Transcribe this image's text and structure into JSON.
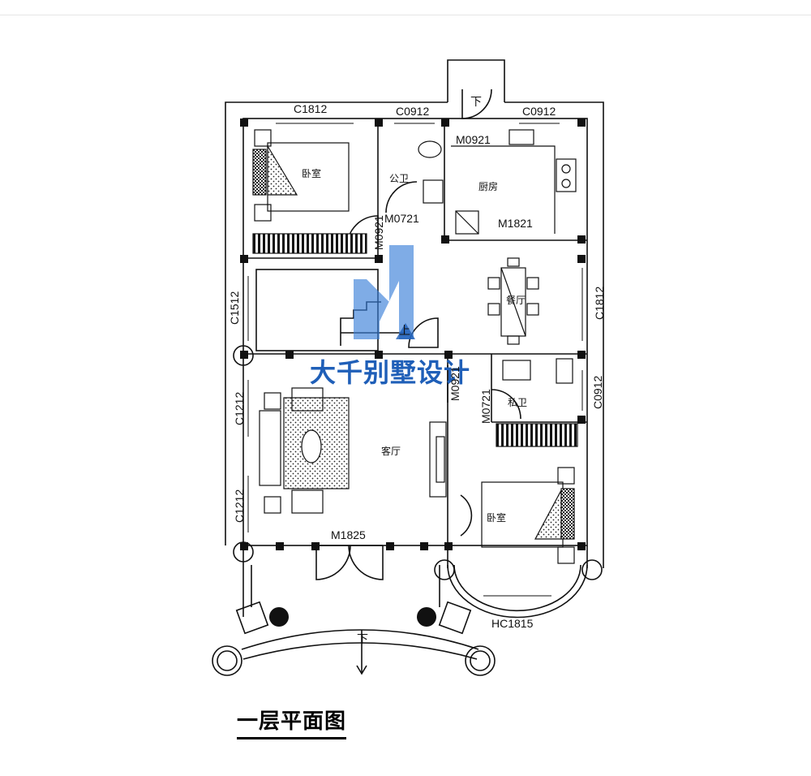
{
  "title": "一层平面图",
  "watermark": "大千别墅设计",
  "colors": {
    "line": "#111111",
    "watermark": "#1f5fb8"
  },
  "labels": {
    "c1812_top": "C1812",
    "c0912_a": "C0912",
    "c0912_b": "C0912",
    "m0921": "M0921",
    "down_stairs_top": "下",
    "m0721_a": "M0721",
    "m0921_side": "M0921",
    "m1821": "M1821",
    "c1512": "C1512",
    "c1812_right": "C1812",
    "c1212_a": "C1212",
    "c1212_b": "C1212",
    "m0921_mid": "M0921",
    "m0721_b": "M0721",
    "c0912_c": "C0912",
    "m1825": "M1825",
    "hc1815": "HC1815",
    "down_porch": "下",
    "up_stairs": "上"
  },
  "rooms": {
    "bedroom_1": "卧室",
    "public_bath": "公卫",
    "kitchen": "厨房",
    "dining": "餐厅",
    "living": "客厅",
    "private_bath": "私卫",
    "bedroom_2": "卧室"
  }
}
